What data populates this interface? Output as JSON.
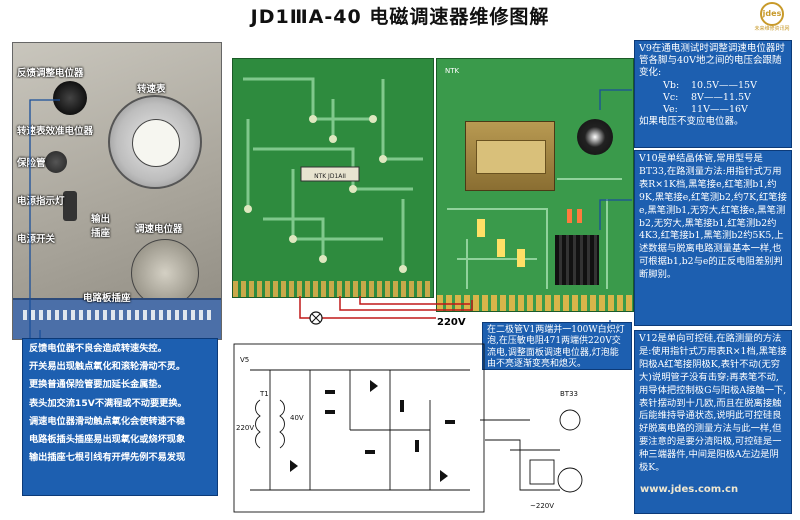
{
  "title": "JD1ⅢA-40 电磁调速器维修图解",
  "logo": {
    "mark": "jdes",
    "text": "未来维修资讯网"
  },
  "device_labels": {
    "feedback_pot": "反馈调整电位器",
    "tachometer": "转速表",
    "tach_calib_pot": "转速表效准电位器",
    "fuse_holder": "保险管",
    "power_lamp": "电源指示灯",
    "output_socket": "输出\n插座",
    "speed_pot": "调速电位器",
    "power_switch": "电源开关",
    "board_socket": "电路板插座"
  },
  "callout_bottom_left": [
    "反馈电位器不良会造成转速失控。",
    "开关易出现触点氧化和滚轮滑动不灵。",
    "更换普通保险管要加延长金属垫。",
    "表头加交流15V不满程或不动要更换。",
    "调速电位器滑动触点氧化会使转速不稳",
    "电路板插头插座易出现氧化或烧坏现象",
    "输出插座七根引线有开焊先例不易发现"
  ],
  "callout_v9": {
    "intro": "V9在通电测试时调整调速电位器时管各脚与40V地之间的电压会跟随变化:",
    "rows": [
      {
        "pin": "Vb:",
        "range": "10.5V——15V"
      },
      {
        "pin": "Vc:",
        "range": "8V——11.5V"
      },
      {
        "pin": "Ve:",
        "range": "11V——16V"
      }
    ],
    "outro": "如果电压不变应电位器。"
  },
  "callout_v10": "V10是单结晶体管,常用型号是BT33,在路测量方法:用指针式万用表R×1K档,黑笔接e,红笔测b1,约9K,黑笔接e,红笔测b2,约7K,红笔接e,黑笔测b1,无穷大,红笔接e,黑笔测b2,无穷大,黑笔接b1,红笔测b2约4K3,红笔接b1,黑笔测b2约5K5,上述数据与脱离电路测量基本一样,也可根据b1,b2与e的正反电阻差别判断脚别。",
  "callout_v12": "V12是单向可控硅,在路测量的方法是:使用指针式万用表R×1档,黑笔接阳极A红笔接阴极K,表针不动(无穷大)说明管子没有击穿;再表笔不动,用导体把控制极G与阳极A接触一下,表针摆动到十几欧,而且在脱离接触后能维持导通状态,说明此可控硅良好脱离电路的测量方法与此一样,但要注意的是要分清阳极,可控硅是一种三端器件,中间是阳极A左边是阴极K。",
  "callout_mid": "在二极管V1两端并一100W白炽灯泡,在压敏电阻471两端供220V交流电,调整面板调速电位器,灯泡能由不亮逐渐变亮和熄灭。",
  "label_220v": "220V",
  "watermark": "www.jdes.com.cn",
  "pcb_back_label": "NTK JD1AII",
  "pcb_front_label": "NTK",
  "schematic_labels": {
    "vd": "V5",
    "t1": "T1",
    "v220": "220V",
    "bt33": "BT33",
    "lamp_220": "~220V",
    "v40": "40V"
  }
}
